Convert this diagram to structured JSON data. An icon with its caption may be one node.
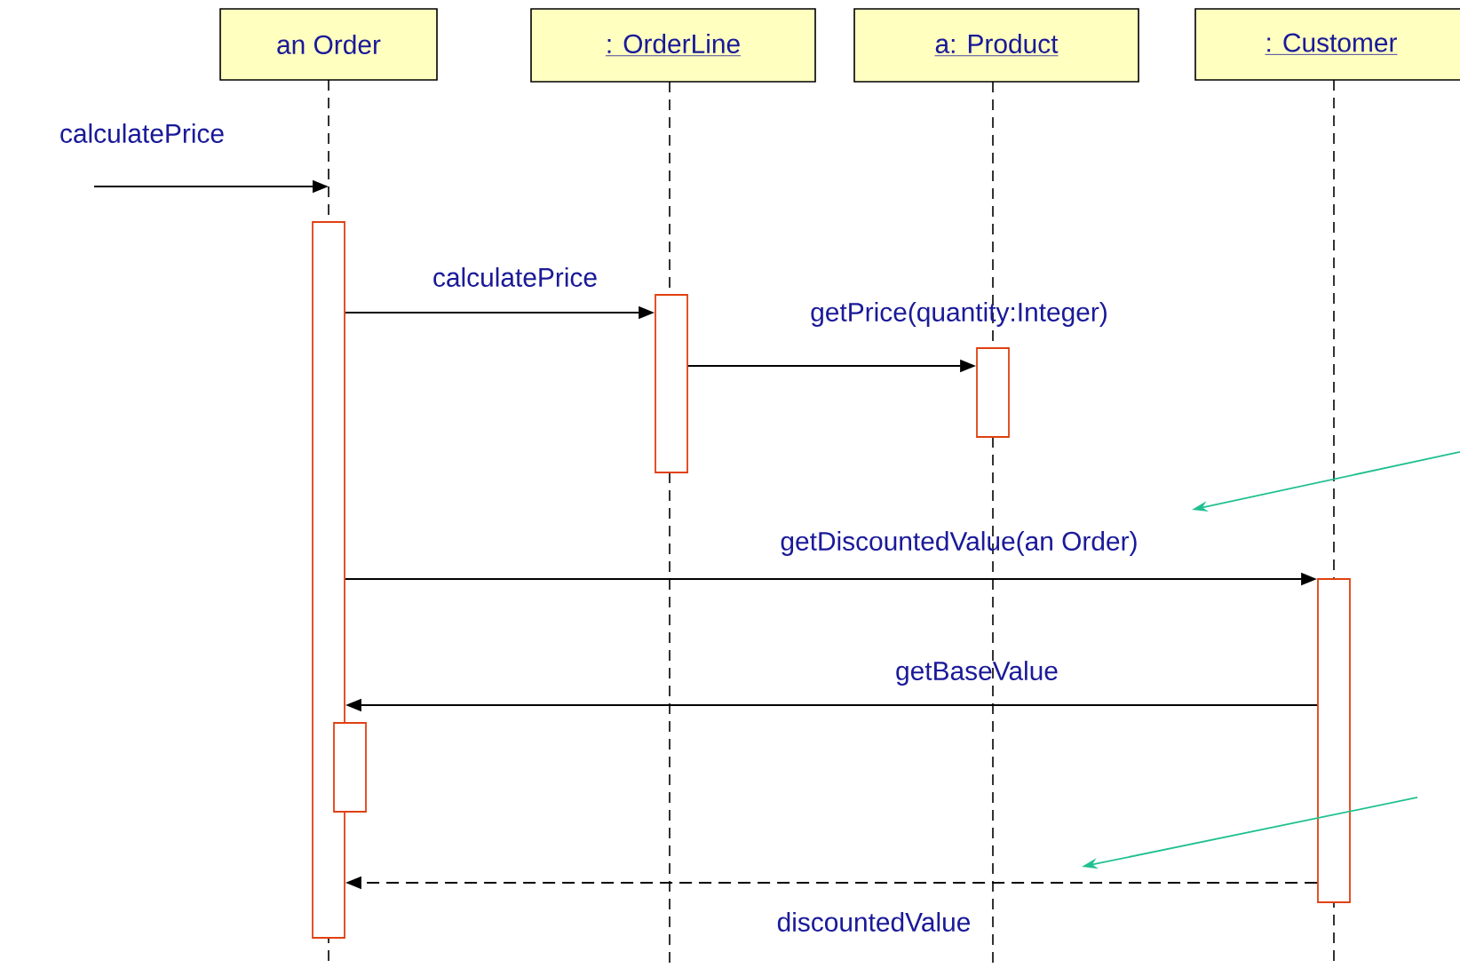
{
  "diagram": {
    "nodes": [
      {
        "text": [
          "an Order"
        ]
      },
      {
        "text": [
          ": OrderLine"
        ]
      },
      {
        "text": [
          "a: Product"
        ]
      },
      {
        "text": [
          ": Customer"
        ]
      },
      {
        "text": [],
        "shape": "bar"
      },
      {
        "text": [],
        "shape": "bar"
      },
      {
        "text": [],
        "shape": "bar"
      },
      {
        "text": [],
        "shape": "bar"
      },
      {
        "text": [],
        "shape": "bar"
      }
    ],
    "edges": [
      {
        "from": null,
        "to": 4,
        "arrow": "to",
        "label": "calculatePrice"
      },
      {
        "from": 4,
        "to": 5,
        "arrow": "to",
        "label": "calculatePrice"
      },
      {
        "from": 5,
        "to": 6,
        "arrow": "to",
        "label": "getPrice(quantity:Integer)"
      },
      {
        "from": 4,
        "to": 7,
        "arrow": "to",
        "label": "getDiscountedValue(an Order)"
      },
      {
        "from": 7,
        "to": 4,
        "arrow": "to",
        "label": "getBaseValue"
      },
      {
        "from": 7,
        "to": 4,
        "arrow": "to",
        "label": "discountedValue",
        "style": "dashed"
      }
    ]
  }
}
